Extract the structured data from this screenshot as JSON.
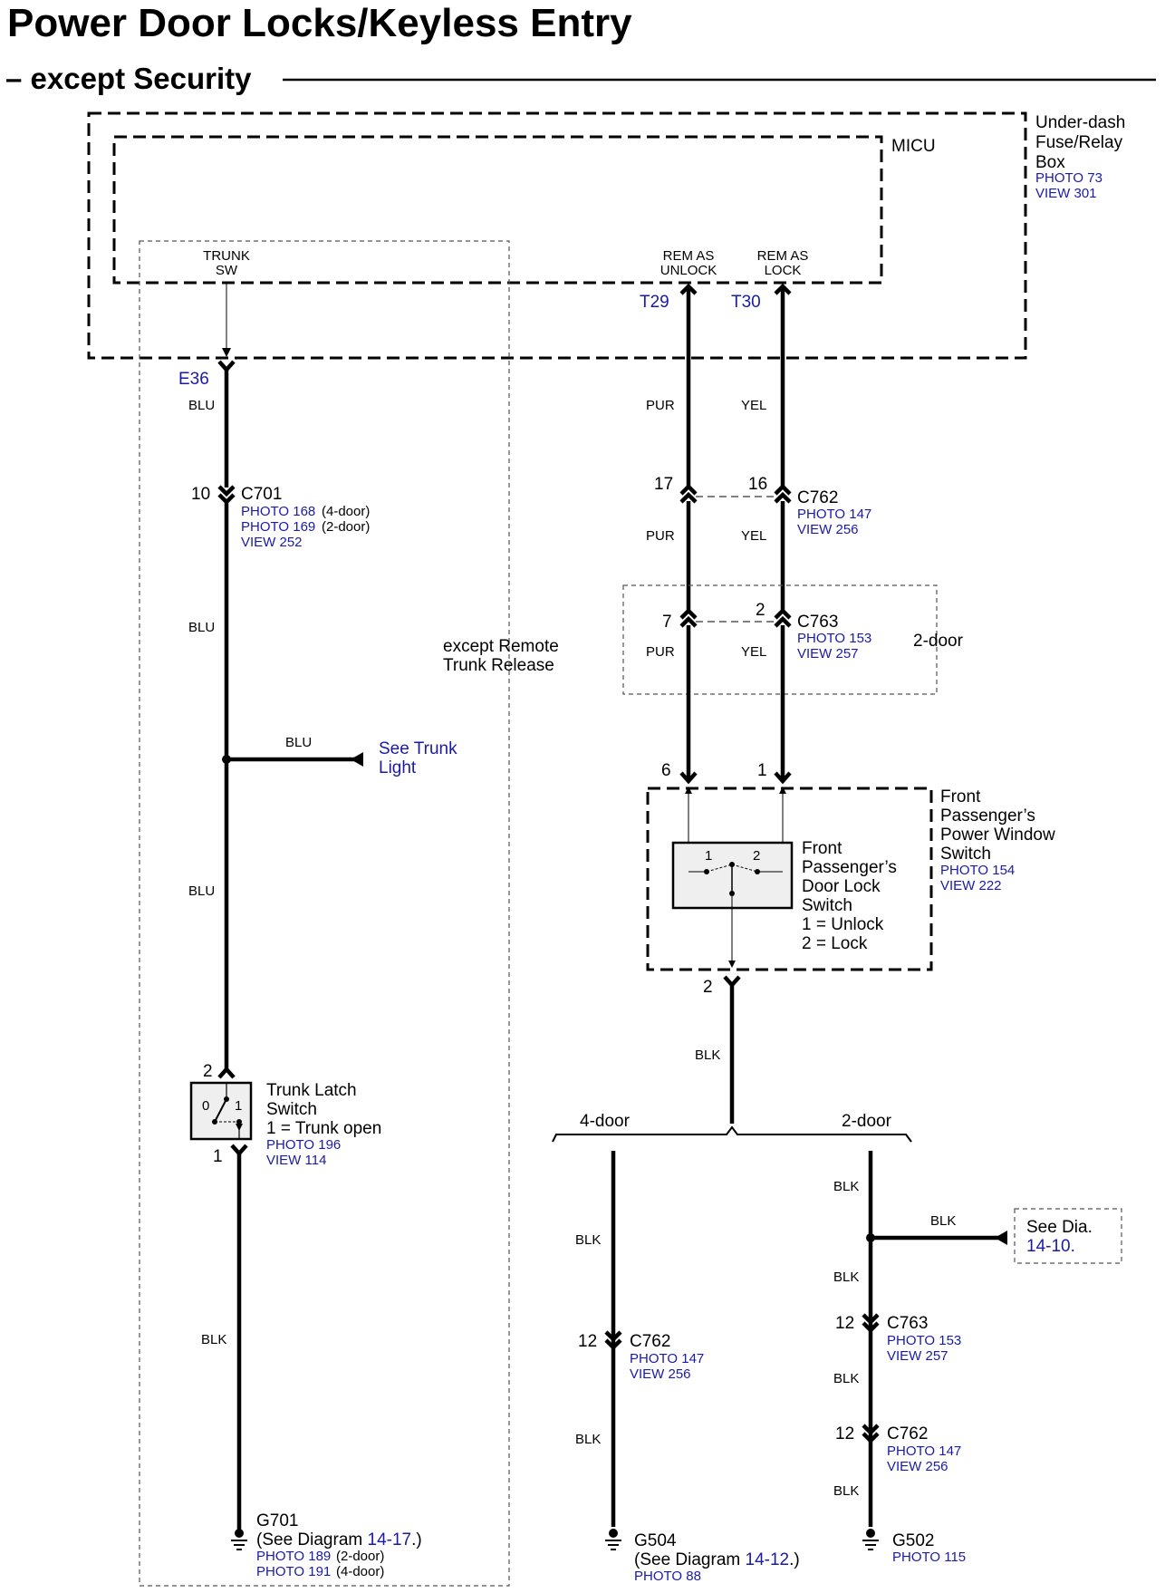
{
  "title": "Power Door Locks/Keyless Entry",
  "subtitle": "– except Security",
  "under_dash": {
    "name_lines": [
      "Under-dash",
      "Fuse/Relay",
      "Box"
    ],
    "photo": "PHOTO 73",
    "view": "VIEW 301",
    "micu": "MICU",
    "trunk_sw_lines": [
      "TRUNK",
      "SW"
    ],
    "rem_unlock_lines": [
      "REM AS",
      "UNLOCK"
    ],
    "rem_lock_lines": [
      "REM AS",
      "LOCK"
    ],
    "pin_t29": "T29",
    "pin_t30": "T30",
    "pin_e36": "E36"
  },
  "left_branch": {
    "wire_blu": "BLU",
    "wire_blk": "BLK",
    "c701": {
      "pin": "10",
      "name": "C701",
      "photo1": "PHOTO 168",
      "photo1_note": "(4-door)",
      "photo2": "PHOTO 169",
      "photo2_note": "(2-door)",
      "view": "VIEW 252"
    },
    "except_remote_lines": [
      "except Remote",
      "Trunk Release"
    ],
    "see_trunk_light_lines": [
      "See Trunk",
      "Light"
    ],
    "trunk_latch": {
      "pin_top": "2",
      "pin_bottom": "1",
      "pos0": "0",
      "pos1": "1",
      "name_lines": [
        "Trunk Latch",
        "Switch",
        "1 = Trunk open"
      ],
      "photo": "PHOTO 196",
      "view": "VIEW 114"
    },
    "g701": {
      "name": "G701",
      "see_prefix": "(See Diagram ",
      "see_link": "14-17",
      "see_suffix": ".)",
      "photo1": "PHOTO 189",
      "photo1_note": "(2-door)",
      "photo2": "PHOTO 191",
      "photo2_note": "(4-door)"
    }
  },
  "right_branch": {
    "wire_pur": "PUR",
    "wire_yel": "YEL",
    "wire_blk": "BLK",
    "c762_top": {
      "pin_left": "17",
      "pin_right": "16",
      "name": "C762",
      "photo": "PHOTO 147",
      "view": "VIEW 256"
    },
    "c763_top": {
      "pin_left": "7",
      "pin_right": "2",
      "name": "C763",
      "photo": "PHOTO 153",
      "view": "VIEW 257",
      "note": "2-door"
    },
    "switch_pins": {
      "left": "6",
      "right": "1",
      "bottom": "2"
    },
    "pw_switch": {
      "name_lines": [
        "Front",
        "Passenger’s",
        "Power Window",
        "Switch"
      ],
      "photo": "PHOTO 154",
      "view": "VIEW 222"
    },
    "door_lock_switch": {
      "pos1": "1",
      "pos2": "2",
      "name_lines": [
        "Front",
        "Passenger’s",
        "Door Lock",
        "Switch",
        "1 = Unlock",
        "2 = Lock"
      ]
    },
    "split_4door": "4-door",
    "split_2door": "2-door",
    "c762_4door": {
      "pin": "12",
      "name": "C762",
      "photo": "PHOTO 147",
      "view": "VIEW 256"
    },
    "g504": {
      "name": "G504",
      "see_prefix": "(See Diagram ",
      "see_link": "14-12",
      "see_suffix": ".)",
      "photo": "PHOTO 88"
    },
    "see_dia": {
      "line1": "See  Dia.",
      "line2": "14-10."
    },
    "c763_2door": {
      "pin": "12",
      "name": "C763",
      "photo": "PHOTO 153",
      "view": "VIEW 257"
    },
    "c762_2door": {
      "pin": "12",
      "name": "C762",
      "photo": "PHOTO 147",
      "view": "VIEW 256"
    },
    "g502": {
      "name": "G502",
      "photo": "PHOTO 115"
    }
  },
  "colors": {
    "link_blue": "#1a1aa8",
    "box_fill": "#efefef"
  }
}
